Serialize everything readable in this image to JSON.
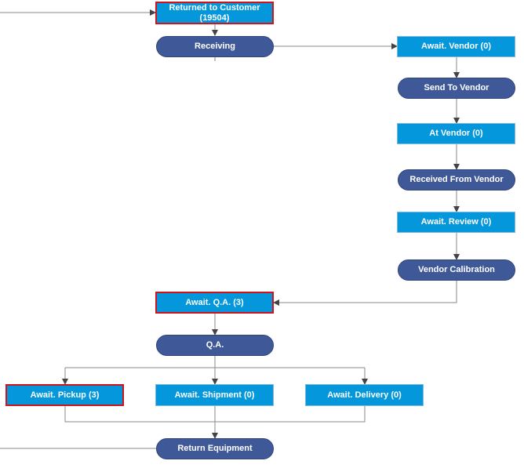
{
  "colors": {
    "status_fill": "#0497dc",
    "action_fill": "#3f5898",
    "highlight_border": "#d0121b",
    "connector": "#8a8a8a"
  },
  "nodes": {
    "returned_to_customer": "Returned to Customer\n(19504)",
    "receiving": "Receiving",
    "await_vendor": "Await. Vendor (0)",
    "send_to_vendor": "Send To Vendor",
    "at_vendor": "At Vendor (0)",
    "received_from_vendor": "Received From Vendor",
    "await_review": "Await. Review (0)",
    "vendor_calibration": "Vendor Calibration",
    "await_qa": "Await. Q.A. (3)",
    "qa": "Q.A.",
    "await_pickup": "Await. Pickup (3)",
    "await_shipment": "Await. Shipment (0)",
    "await_delivery": "Await. Delivery (0)",
    "return_equipment": "Return Equipment"
  }
}
